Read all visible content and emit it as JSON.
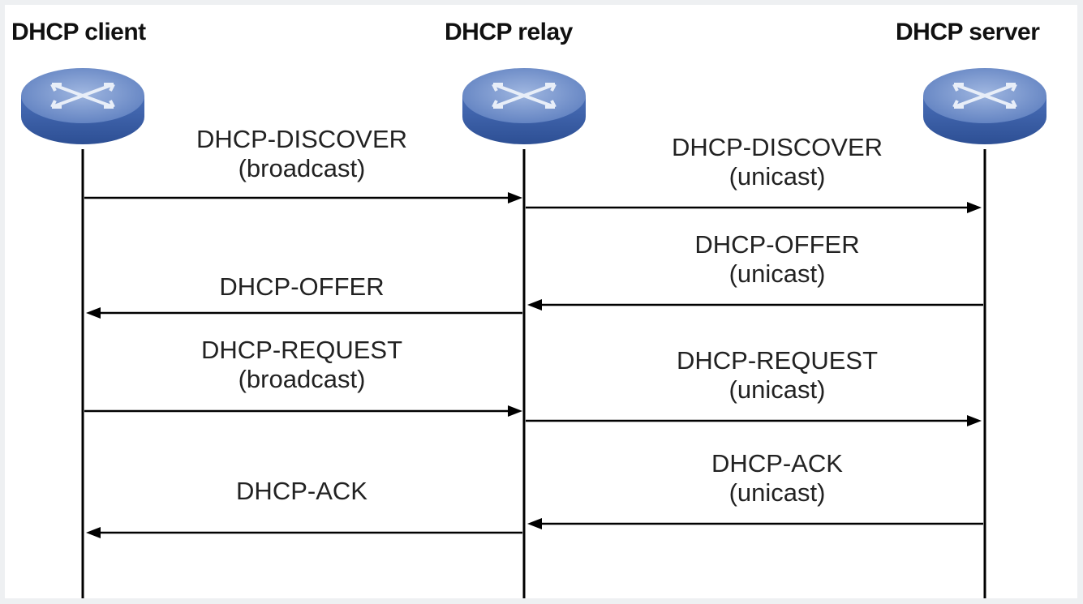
{
  "nodes": {
    "client": {
      "label": "DHCP client"
    },
    "relay": {
      "label": "DHCP relay"
    },
    "server": {
      "label": "DHCP server"
    }
  },
  "messages": [
    {
      "id": "m1",
      "from": "client",
      "to": "relay",
      "name": "DHCP-DISCOVER",
      "mode": "(broadcast)"
    },
    {
      "id": "m2",
      "from": "relay",
      "to": "server",
      "name": "DHCP-DISCOVER",
      "mode": "(unicast)"
    },
    {
      "id": "m3",
      "from": "server",
      "to": "relay",
      "name": "DHCP-OFFER",
      "mode": "(unicast)"
    },
    {
      "id": "m4",
      "from": "relay",
      "to": "client",
      "name": "DHCP-OFFER",
      "mode": ""
    },
    {
      "id": "m5",
      "from": "client",
      "to": "relay",
      "name": "DHCP-REQUEST",
      "mode": "(broadcast)"
    },
    {
      "id": "m6",
      "from": "relay",
      "to": "server",
      "name": "DHCP-REQUEST",
      "mode": "(unicast)"
    },
    {
      "id": "m7",
      "from": "server",
      "to": "relay",
      "name": "DHCP-ACK",
      "mode": "(unicast)"
    },
    {
      "id": "m8",
      "from": "relay",
      "to": "client",
      "name": "DHCP-ACK",
      "mode": ""
    }
  ],
  "colors": {
    "device_top": "#6f8fc9",
    "device_side": "#3a5fa8",
    "device_glyph": "#e8eef8",
    "line": "#000000"
  },
  "icons": {
    "device": "router-switch-icon"
  }
}
